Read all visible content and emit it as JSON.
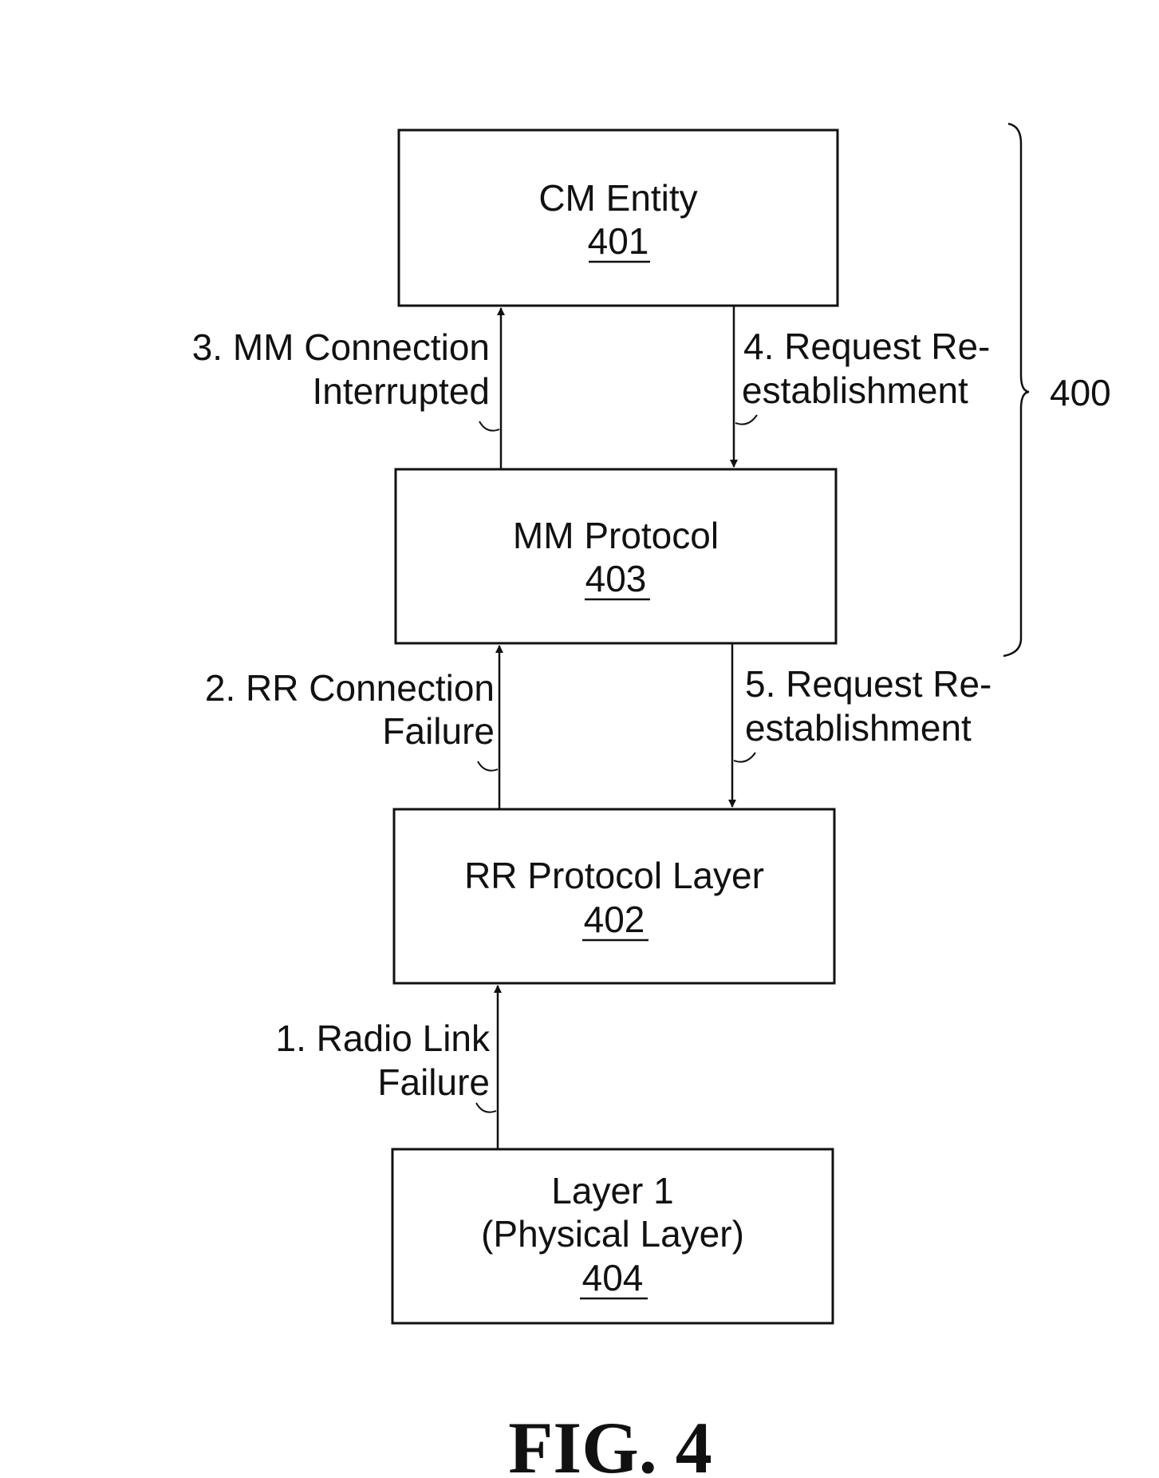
{
  "boxes": {
    "cm": {
      "title": "CM Entity",
      "ref": "401"
    },
    "mm": {
      "title": "MM Protocol",
      "ref": "403"
    },
    "rr": {
      "title": "RR Protocol Layer",
      "ref": "402"
    },
    "l1": {
      "title_line1": "Layer 1",
      "title_line2": "(Physical Layer)",
      "ref": "404"
    }
  },
  "arrows": {
    "a1": {
      "line1": "1. Radio Link",
      "line2": "Failure"
    },
    "a2": {
      "line1": "2. RR Connection",
      "line2": "Failure"
    },
    "a3": {
      "line1": "3. MM Connection",
      "line2": "Interrupted"
    },
    "a4": {
      "line1": "4. Request Re-",
      "line2": "establishment"
    },
    "a5": {
      "line1": "5. Request Re-",
      "line2": "establishment"
    }
  },
  "group": {
    "ref": "400"
  },
  "figure": {
    "caption": "FIG. 4"
  }
}
